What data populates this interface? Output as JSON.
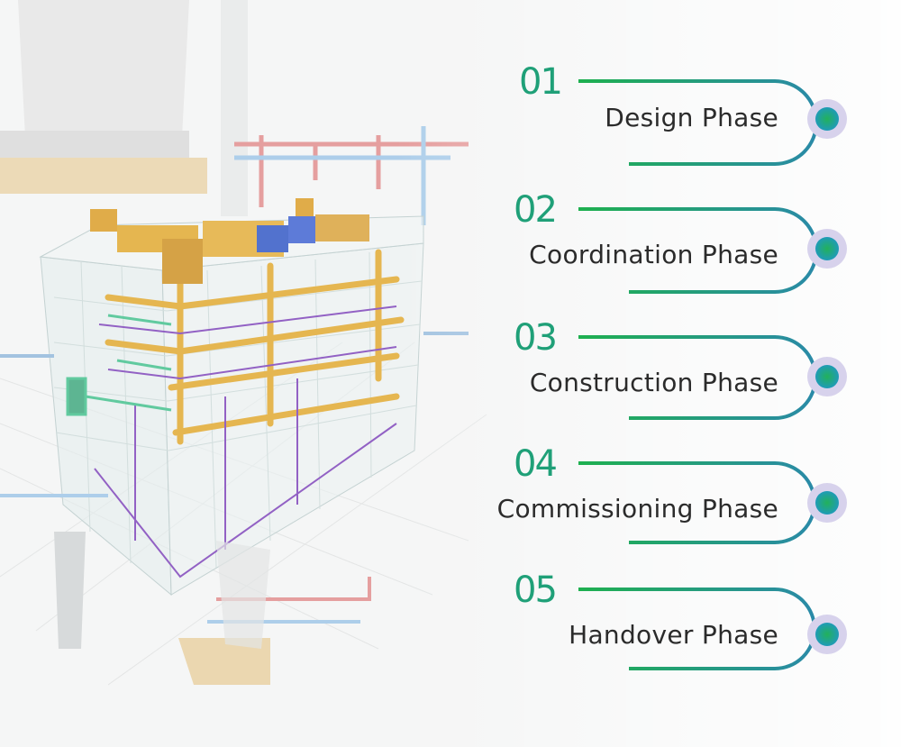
{
  "phases": [
    {
      "number": "01",
      "label": "Design Phase"
    },
    {
      "number": "02",
      "label": "Coordination Phase"
    },
    {
      "number": "03",
      "label": "Construction Phase"
    },
    {
      "number": "04",
      "label": "Commissioning Phase"
    },
    {
      "number": "05",
      "label": "Handover Phase"
    }
  ],
  "colors": {
    "number_gradient_start": "#1a9bb0",
    "number_gradient_end": "#1fb35a",
    "line_start": "#1eb04f",
    "line_end": "#2a8aa8",
    "node_ring": "#d7d2ec",
    "node_dot_start": "#1f9bb8",
    "node_dot_end": "#22b15a",
    "label_text": "#2b2b2b"
  },
  "illustration": {
    "subject": "bim-mep-building-model",
    "pipe_colors": [
      "#e3a62a",
      "#7a3fb8",
      "#2f55c6",
      "#3fbf8a",
      "#e06a6a",
      "#7fb7e6"
    ]
  }
}
